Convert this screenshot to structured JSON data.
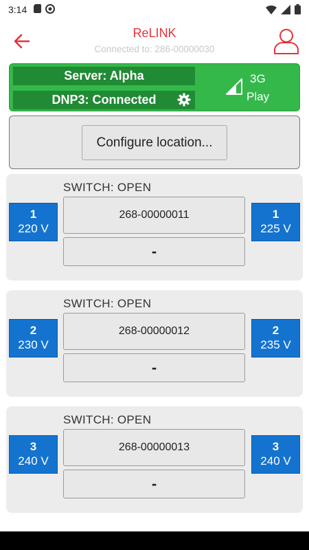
{
  "status_bar": {
    "time": "3:14",
    "left_icons": [
      "sd-card-icon",
      "circle-notification-icon"
    ],
    "right_icons": [
      "wifi-icon",
      "cell-signal-icon",
      "battery-icon"
    ]
  },
  "header": {
    "title": "ReLINK",
    "subtitle": "Connected to: 286-00000030"
  },
  "connection": {
    "server_label": "Server: Alpha",
    "dnp3_label": "DNP3: Connected",
    "network_type": "3G",
    "operator": "Play"
  },
  "configure_button_label": "Configure location...",
  "switches": [
    {
      "state": "SWITCH: OPEN",
      "device_id": "268-00000011",
      "secondary": "-",
      "left": {
        "num": "1",
        "voltage": "220 V"
      },
      "right": {
        "num": "1",
        "voltage": "225 V"
      }
    },
    {
      "state": "SWITCH: OPEN",
      "device_id": "268-00000012",
      "secondary": "-",
      "left": {
        "num": "2",
        "voltage": "230 V"
      },
      "right": {
        "num": "2",
        "voltage": "235 V"
      }
    },
    {
      "state": "SWITCH: OPEN",
      "device_id": "268-00000013",
      "secondary": "-",
      "left": {
        "num": "3",
        "voltage": "240 V"
      },
      "right": {
        "num": "3",
        "voltage": "240 V"
      }
    }
  ],
  "colors": {
    "accent_red": "#e8323c",
    "status_green": "#34b84a",
    "status_green_dark": "#208a34",
    "phase_blue": "#1473cf"
  }
}
